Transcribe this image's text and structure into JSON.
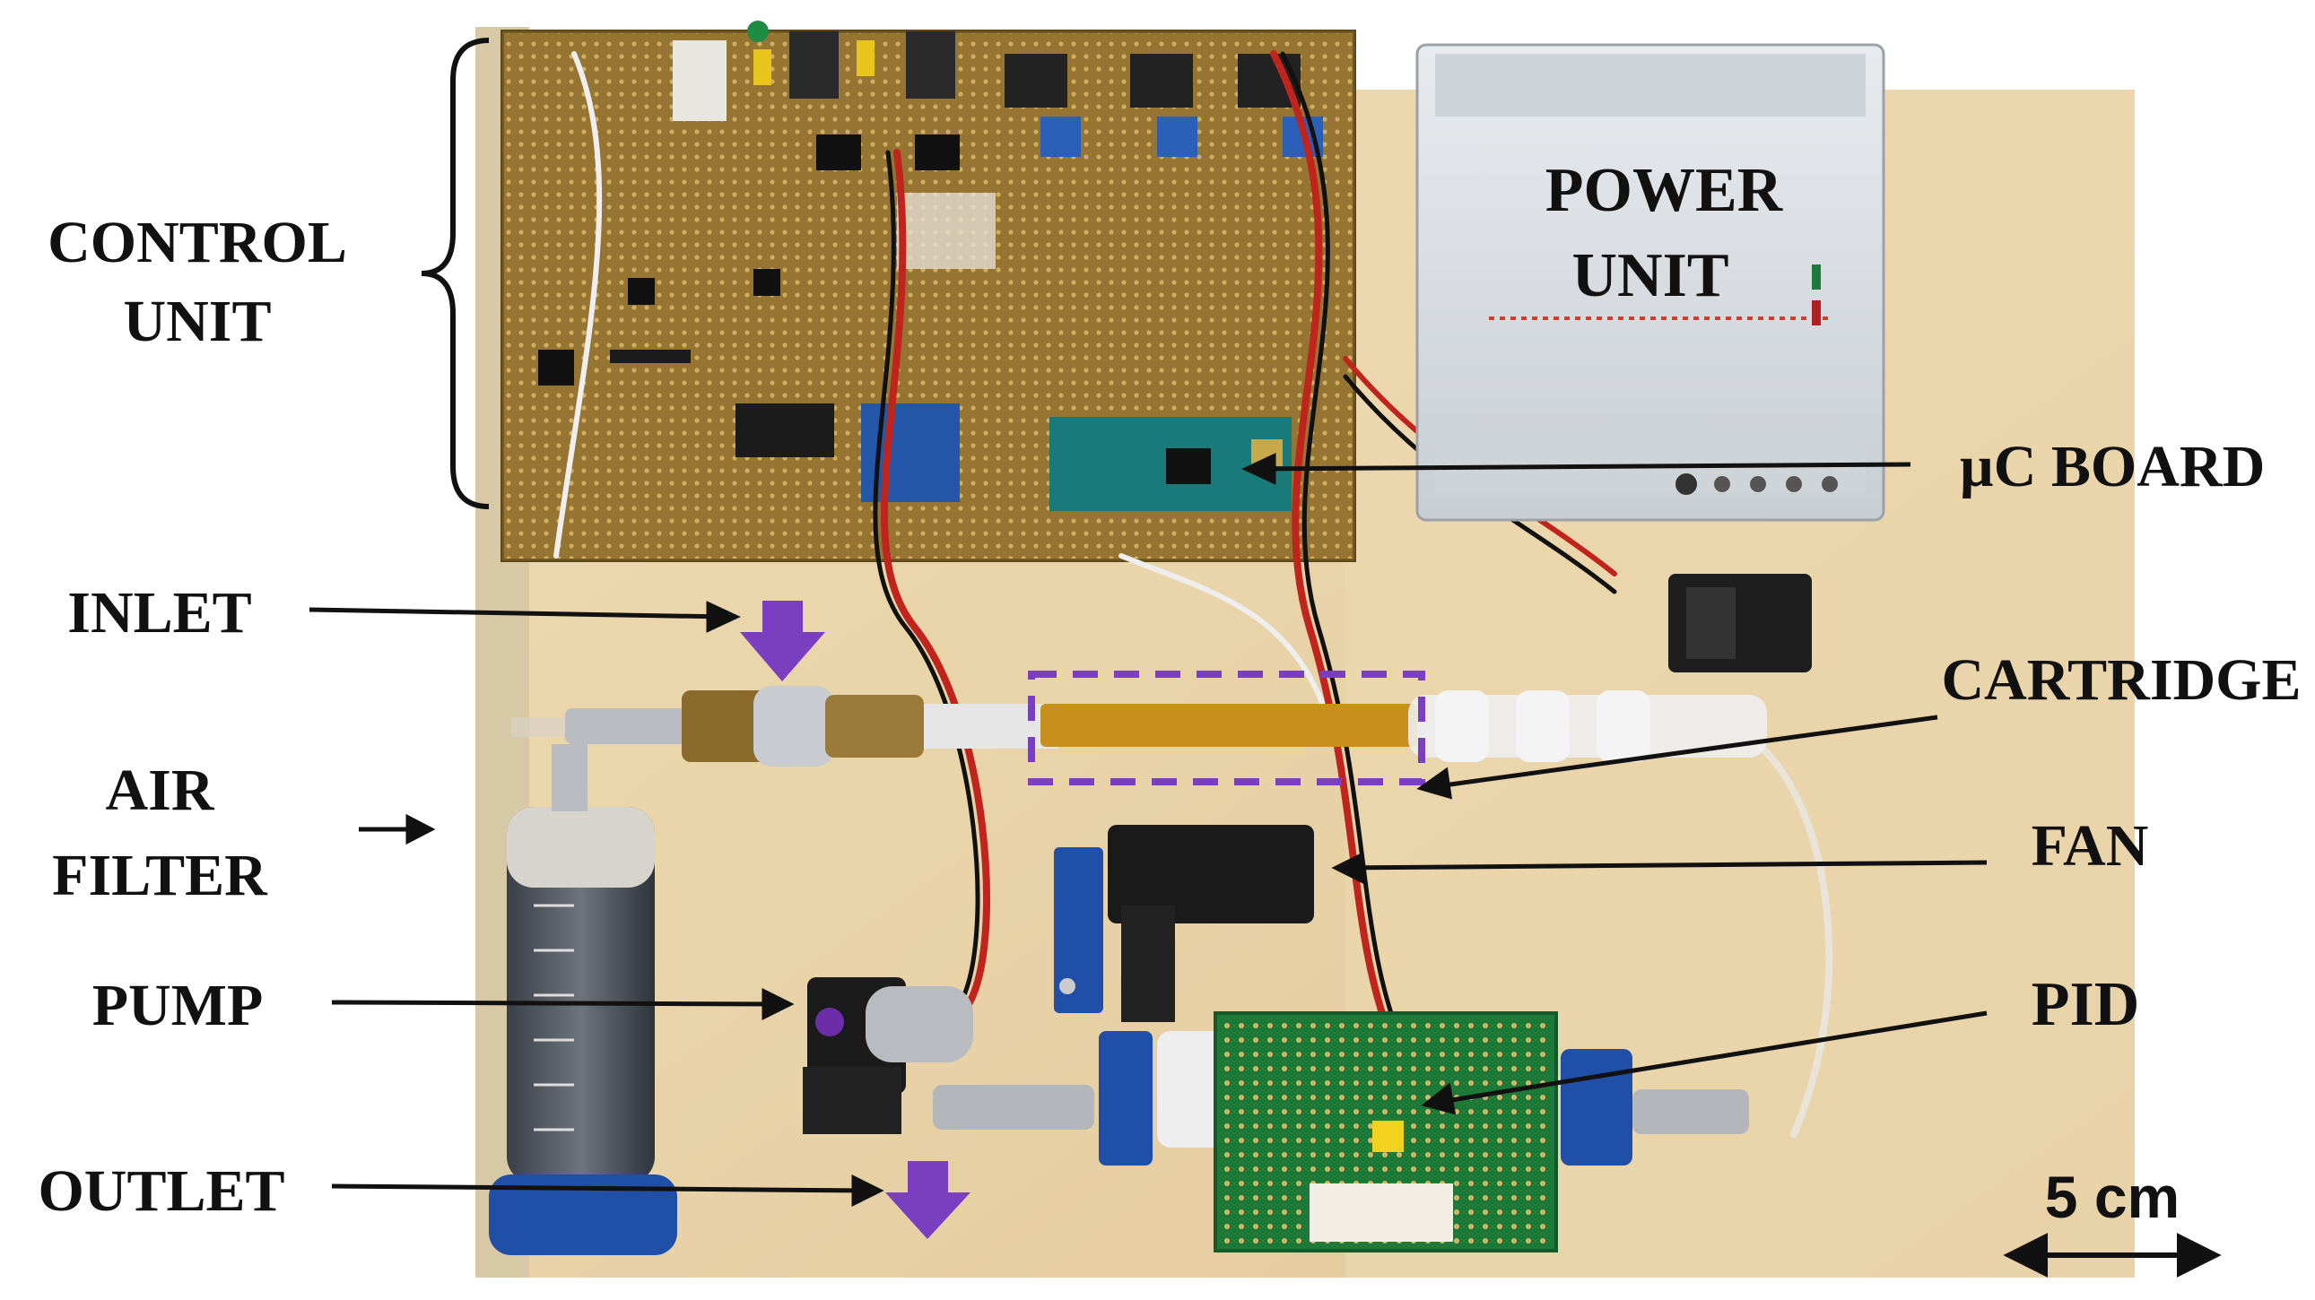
{
  "labels": {
    "control_unit_line1": "CONTROL",
    "control_unit_line2": "UNIT",
    "power_unit_line1": "POWER",
    "power_unit_line2": "UNIT",
    "uc_board": "µC BOARD",
    "inlet": "INLET",
    "cartridge": "CARTRIDGE",
    "air_filter_line1": "AIR",
    "air_filter_line2": "FILTER",
    "fan": "FAN",
    "pump": "PUMP",
    "pid": "PID",
    "outlet": "OUTLET",
    "scale": "5 cm"
  },
  "colors": {
    "board_wood": "#e9d3a8",
    "pcb_brown": "#8a6a2c",
    "power_grey": "#d9dde0",
    "accent_purple": "#7a3fc0",
    "arrow_black": "#111111",
    "wire_red": "#c0241c",
    "blue_part": "#1f4fa6",
    "green_pcb": "#1f7a3a"
  }
}
